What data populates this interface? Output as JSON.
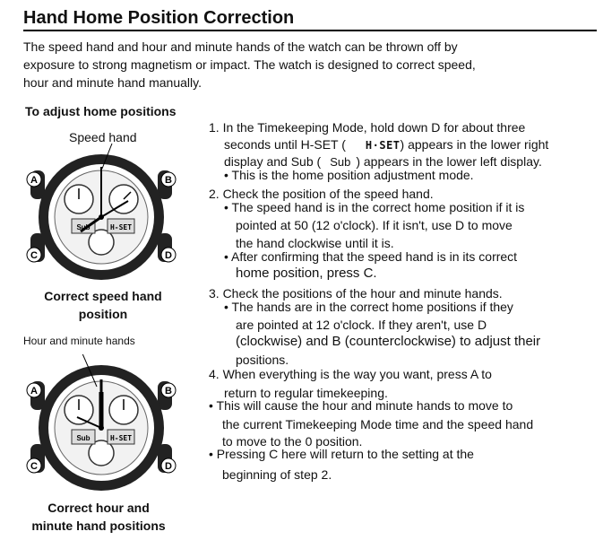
{
  "title": "Hand Home Position Correction",
  "intro": [
    "The speed hand and hour and minute hands of the watch can be thrown off by",
    "exposure to strong magnetism or impact. The watch is designed to correct speed,",
    "hour and minute hand manually."
  ],
  "subheading": "To adjust home positions",
  "figure1": {
    "label": "Speed hand",
    "caption": [
      "Correct speed hand",
      "position"
    ],
    "buttons": [
      "A",
      "B",
      "C",
      "D"
    ],
    "display_left": "Sub",
    "display_right": "H-SET"
  },
  "figure2": {
    "label": "Hour and minute hands",
    "caption": [
      "Correct hour and",
      "minute hand positions"
    ],
    "buttons": [
      "A",
      "B",
      "C",
      "D"
    ],
    "display_left": "Sub",
    "display_right": "H-SET"
  },
  "steps": {
    "s1": {
      "l1": "1. In the Timekeeping Mode, hold down D for about three",
      "l2a": "seconds until H-SET (",
      "l2glyph": "H·SET",
      "l2b": ") appears in the lower right",
      "l3a": "display and Sub (",
      "l3glyph": "Sub",
      "l3b": ") appears in the lower left display.",
      "l4": "• This is the home position adjustment mode."
    },
    "s2": {
      "l1": "2. Check the position of the speed hand.",
      "l2": "• The speed hand is in the correct home position if it is",
      "l3": "pointed at 50 (12 o'clock). If it isn't, use D to move",
      "l4": "the hand clockwise until it is.",
      "l5": "• After confirming that the speed hand is in its correct",
      "l6": "home position, press C."
    },
    "s3": {
      "l1": "3. Check the positions of the hour and minute hands.",
      "l2": "• The hands are in the correct home positions if they",
      "l3": "are pointed at 12 o'clock. If they aren't, use D",
      "l4": "(clockwise) and B (counterclockwise) to adjust their",
      "l5": "positions."
    },
    "s4": {
      "l1": "4. When everything is the way you want, press A to",
      "l2": "return to regular timekeeping.",
      "l3": "• This will cause the hour and minute hands to move to",
      "l4": "the current Timekeeping Mode time and the speed hand",
      "l5": "to move to the 0 position.",
      "l6": "• Pressing C here will return to the setting at the",
      "l7": "beginning of step 2."
    }
  }
}
